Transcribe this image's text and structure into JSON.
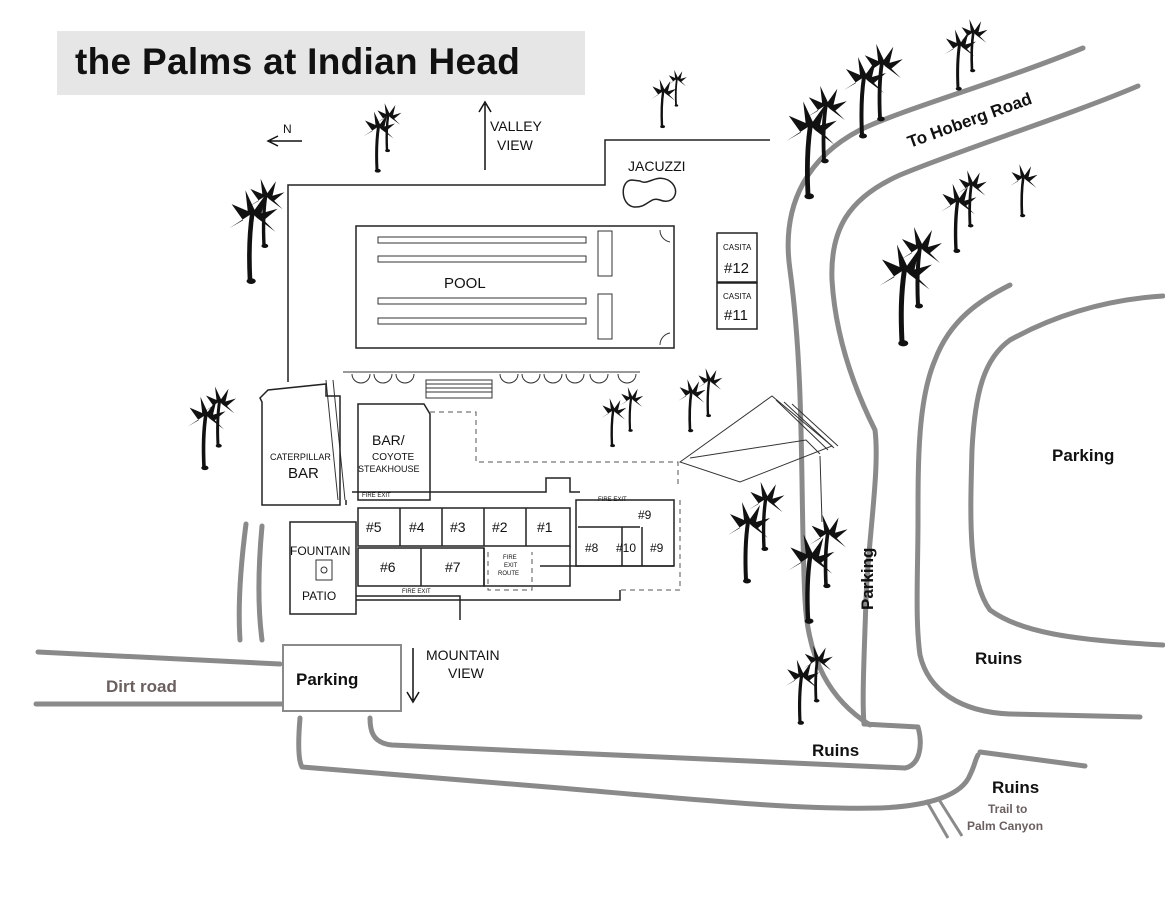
{
  "title": "the Palms at Indian Head",
  "north_arrow": {
    "label": "N",
    "icon": "north-arrow-icon"
  },
  "directions": {
    "valley_view": [
      "VALLEY",
      "VIEW"
    ],
    "mountain_view": [
      "MOUNTAIN",
      "VIEW"
    ]
  },
  "amenities": {
    "jacuzzi": "JACUZZI",
    "pool": "POOL",
    "fountain": "FOUNTAIN",
    "patio": "PATIO",
    "caterpillar_bar": [
      "CATERPILLAR",
      "BAR"
    ],
    "bar_coyote": [
      "BAR/",
      "COYOTE",
      "STEAKHOUSE"
    ]
  },
  "casitas": [
    {
      "label": "CASITA",
      "number": "#12"
    },
    {
      "label": "CASITA",
      "number": "#11"
    }
  ],
  "rooms": [
    "#5",
    "#4",
    "#3",
    "#2",
    "#1",
    "#6",
    "#7",
    "#8",
    "#10",
    "#9",
    "#9"
  ],
  "fire_exits": [
    "FIRE EXIT",
    "FIRE EXIT",
    "FIRE EXIT"
  ],
  "fire_exit_route": [
    "FIRE",
    "EXIT",
    "ROUTE"
  ],
  "roads": {
    "hoberg": "To Hoberg Road",
    "dirt": "Dirt road",
    "trail": [
      "Trail to",
      "Palm Canyon"
    ]
  },
  "areas": {
    "parking_main": "Parking",
    "parking_east": "Parking",
    "parking_road": "Parking",
    "ruins_east": "Ruins",
    "ruins_south": "Ruins",
    "ruins_trail": "Ruins"
  },
  "colors": {
    "road": "#8a8a8a",
    "title_bg": "#e6e6e6",
    "tree": "#111111",
    "secondary_text": "#6b6060"
  }
}
